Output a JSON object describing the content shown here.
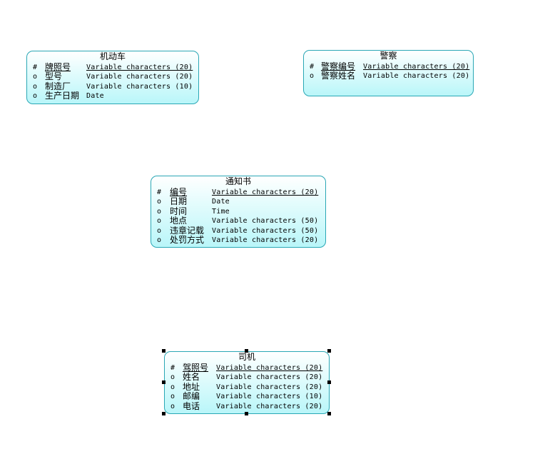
{
  "entities": [
    {
      "id": "jidongche",
      "title": "机动车",
      "attributes": [
        {
          "mark": "#",
          "name": "牌照号",
          "type": "Variable characters (20)",
          "pk": true
        },
        {
          "mark": "o",
          "name": "型号",
          "type": "Variable characters (20)",
          "pk": false
        },
        {
          "mark": "o",
          "name": "制造厂",
          "type": "Variable characters (10)",
          "pk": false
        },
        {
          "mark": "o",
          "name": "生产日期",
          "type": "Date",
          "pk": false
        }
      ]
    },
    {
      "id": "jingcha",
      "title": "警察",
      "attributes": [
        {
          "mark": "#",
          "name": "警察编号",
          "type": "Variable characters (20)",
          "pk": true
        },
        {
          "mark": "o",
          "name": "警察姓名",
          "type": "Variable characters (20)",
          "pk": false
        }
      ]
    },
    {
      "id": "tongzhishu",
      "title": "通知书",
      "attributes": [
        {
          "mark": "#",
          "name": "编号",
          "type": "Variable characters (20)",
          "pk": true
        },
        {
          "mark": "o",
          "name": "日期",
          "type": "Date",
          "pk": false
        },
        {
          "mark": "o",
          "name": "时间",
          "type": "Time",
          "pk": false
        },
        {
          "mark": "o",
          "name": "地点",
          "type": "Variable characters (50)",
          "pk": false
        },
        {
          "mark": "o",
          "name": "违章记载",
          "type": "Variable characters (50)",
          "pk": false
        },
        {
          "mark": "o",
          "name": "处罚方式",
          "type": "Variable characters (20)",
          "pk": false
        }
      ]
    },
    {
      "id": "siji",
      "title": "司机",
      "attributes": [
        {
          "mark": "#",
          "name": "驾照号",
          "type": "Variable characters (20)",
          "pk": true
        },
        {
          "mark": "o",
          "name": "姓名",
          "type": "Variable characters (20)",
          "pk": false
        },
        {
          "mark": "o",
          "name": "地址",
          "type": "Variable characters (20)",
          "pk": false
        },
        {
          "mark": "o",
          "name": "邮编",
          "type": "Variable characters (10)",
          "pk": false
        },
        {
          "mark": "o",
          "name": "电话",
          "type": "Variable characters (20)",
          "pk": false
        }
      ]
    }
  ],
  "selected_entity": "siji",
  "colors": {
    "border": "#2aa7b5",
    "fill_top": "#ffffff",
    "fill_bottom": "#b9f6f9",
    "handle": "#000000"
  }
}
